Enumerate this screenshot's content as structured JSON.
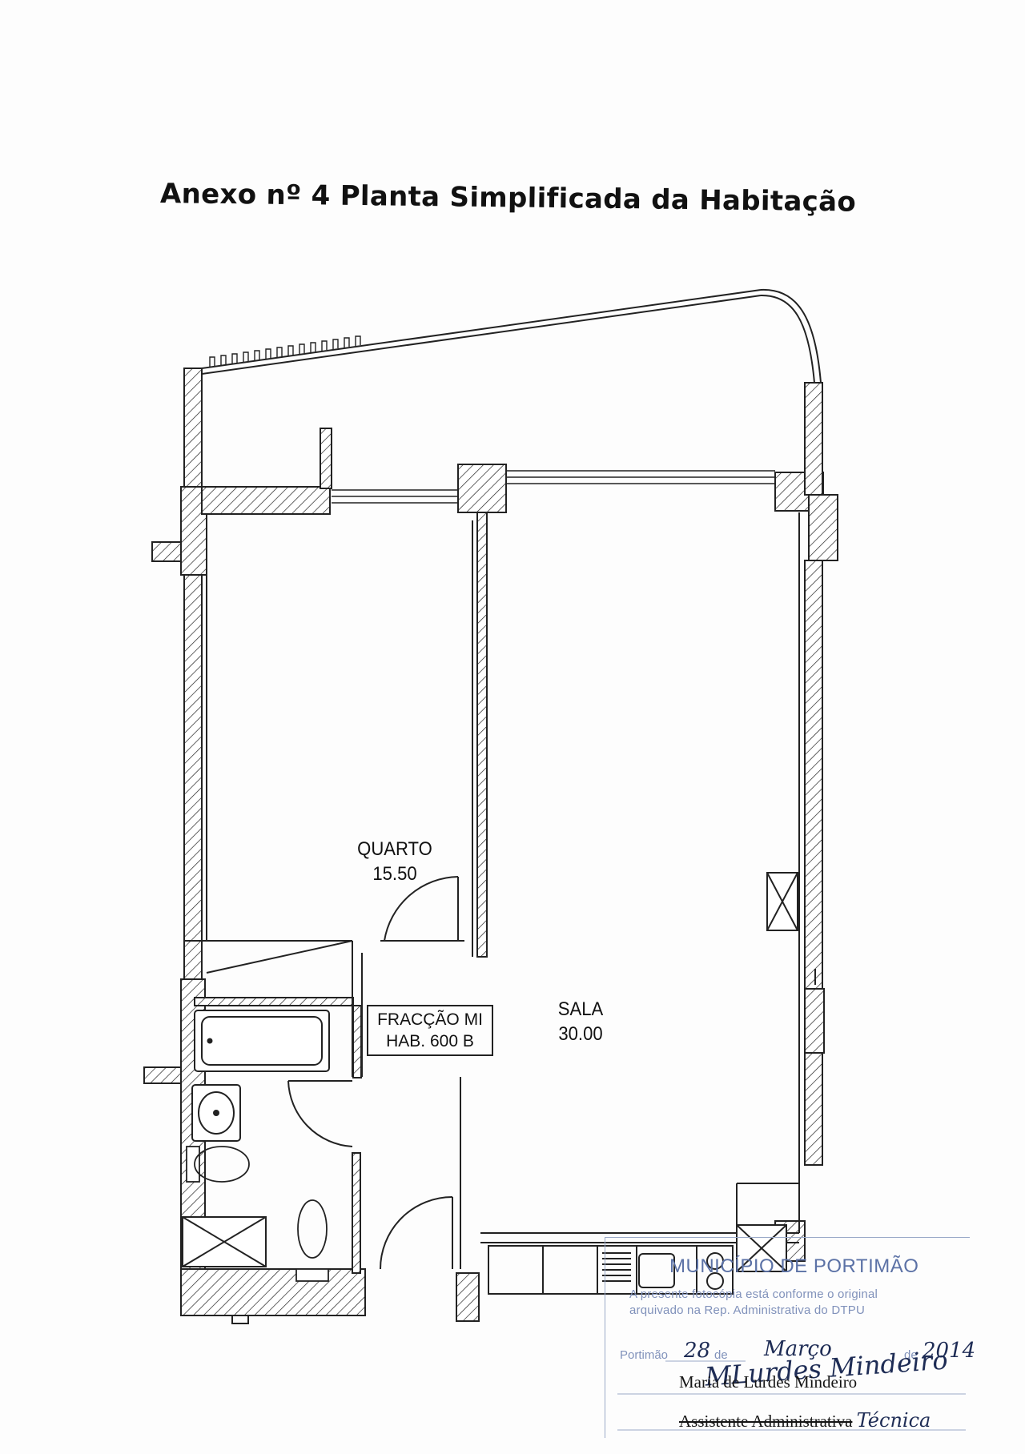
{
  "title": "Anexo nº 4 Planta Simplificada da Habitação",
  "rooms": {
    "quarto": {
      "name": "QUARTO",
      "area": "15.50"
    },
    "sala": {
      "name": "SALA",
      "area": "30.00"
    }
  },
  "fraction_box": {
    "line1": "FRACÇÃO MI",
    "line2": "HAB. 600 B"
  },
  "stamp": {
    "heading": "MUNICÍPIO DE PORTIMÃO",
    "line1": "A presente fotocópia está conforme o original",
    "line2": "arquivado na Rep. Administrativa do DTPU",
    "place_label": "Portimão",
    "day": "28",
    "de1": "de",
    "month": "Março",
    "de2": "de",
    "year": "2014"
  },
  "signature": {
    "handwritten": "MLurdes Mindeiro",
    "name": "Maria de Lurdes Mindeiro",
    "role_printed": "Assistente Administrativa",
    "role_handwritten": "Técnica"
  },
  "colors": {
    "ink": "#111111",
    "stamp_blue": "#6a7fae",
    "pen": "#1e2c55"
  }
}
